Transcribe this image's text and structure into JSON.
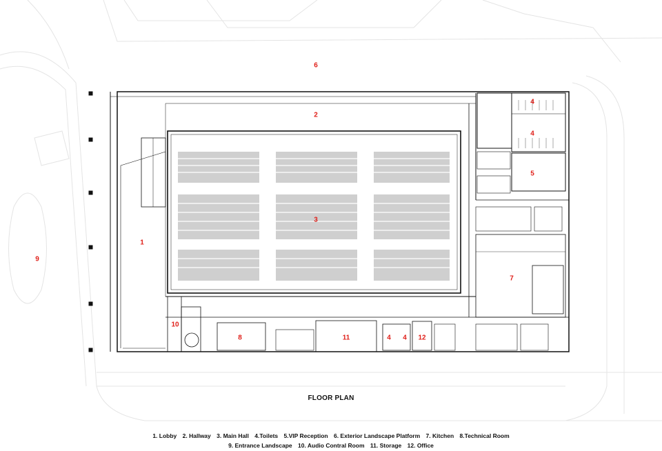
{
  "title": "FLOOR PLAN",
  "accent_color": "#e0201a",
  "room_labels": {
    "r1": "1",
    "r2": "2",
    "r3": "3",
    "r4a": "4",
    "r4b": "4",
    "r4c": "4",
    "r4d": "4",
    "r5": "5",
    "r6": "6",
    "r7": "7",
    "r8": "8",
    "r9": "9",
    "r10": "10",
    "r11": "11",
    "r12": "12"
  },
  "legend": {
    "line1": [
      "1. Lobby",
      "2. Hallway",
      "3. Main Hall",
      "4.Toilets",
      "5.VIP Reception",
      "6. Exterior Landscape Platform",
      "7. Kitchen",
      "8.Technical Room"
    ],
    "line2": [
      "9. Entrance Landscape",
      "10. Audio Contral Room",
      "11. Storage",
      "12. Office"
    ]
  }
}
